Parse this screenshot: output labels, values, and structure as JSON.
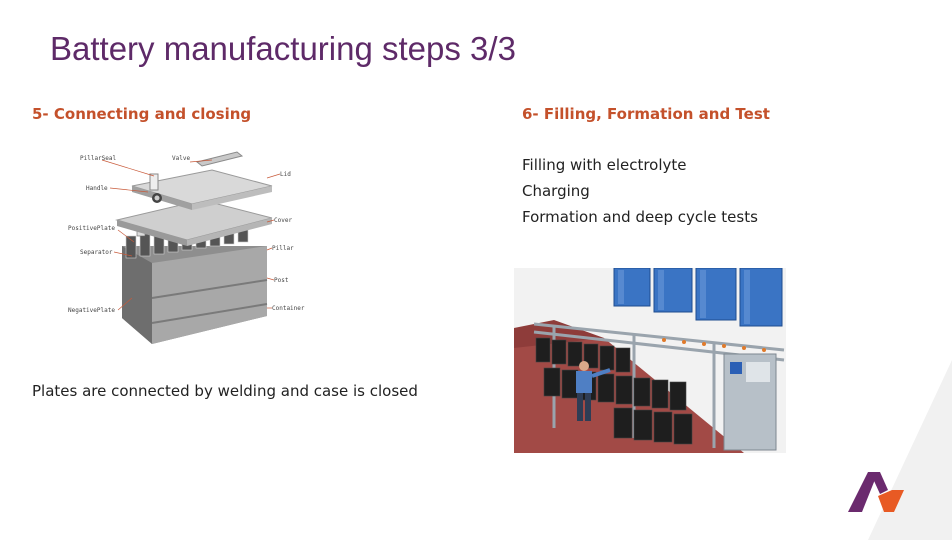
{
  "slide": {
    "title": "Battery manufacturing steps 3/3"
  },
  "left": {
    "heading": "5- Connecting and closing",
    "diagram_labels": {
      "pillar_seal": "PillarSeal",
      "valve": "Valve",
      "lid": "Lid",
      "handle": "Handle",
      "cover": "Cover",
      "positive_plate": "PositivePlate",
      "separator": "Separator",
      "pillar": "Pillar",
      "post": "Post",
      "negative_plate": "NegativePlate",
      "container": "Container"
    },
    "caption": "Plates are connected by welding and case is closed"
  },
  "right": {
    "heading": "6- Filling, Formation and Test",
    "steps": [
      "Filling with electrolyte",
      "Charging",
      "Formation and deep cycle tests"
    ]
  },
  "colors": {
    "title": "#5e2a68",
    "heading": "#c4512b",
    "logo_purple": "#6b2a6e",
    "logo_orange": "#e85a24",
    "decor_gray": "#f1f1f1"
  }
}
